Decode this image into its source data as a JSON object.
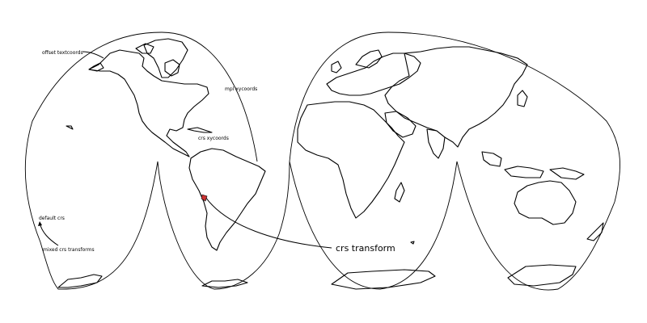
{
  "map": {
    "projection": "interrupted goode homolosine",
    "line_color": "#000000",
    "marker_color": "#cc3333",
    "labels": {
      "offset_textcoords": "offset textcoords",
      "mpl_xycoords": "mpl xycoords",
      "crs_xycoords": "crs xycoords",
      "default_crs": "default crs",
      "mixed_crs_transforms": "mixed crs transforms",
      "crs_transform": "crs transform"
    }
  }
}
